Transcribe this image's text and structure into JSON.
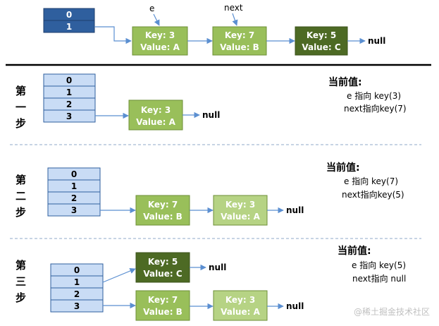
{
  "top": {
    "old_table": [
      "0",
      "1"
    ],
    "pointer_e": "e",
    "pointer_next": "next",
    "chain": [
      {
        "key": "Key: 3",
        "value": "Value: A"
      },
      {
        "key": "Key: 7",
        "value": "Value: B"
      },
      {
        "key": "Key: 5",
        "value": "Value: C"
      }
    ],
    "null": "null"
  },
  "steps": [
    {
      "label": [
        "第",
        "一",
        "步"
      ],
      "table": [
        "0",
        "1",
        "2",
        "3"
      ],
      "chains": [
        [
          {
            "key": "Key: 3",
            "value": "Value: A"
          }
        ]
      ],
      "null": "null",
      "current_title": "当前值:",
      "current_lines": [
        "e 指向 key(3)",
        "next指向key(7)"
      ]
    },
    {
      "label": [
        "第",
        "二",
        "步"
      ],
      "table": [
        "0",
        "1",
        "2",
        "3"
      ],
      "chains": [
        [
          {
            "key": "Key: 7",
            "value": "Value: B"
          },
          {
            "key": "Key: 3",
            "value": "Value: A"
          }
        ]
      ],
      "null": "null",
      "current_title": "当前值:",
      "current_lines": [
        "e 指向 key(7)",
        "next指向key(5)"
      ]
    },
    {
      "label": [
        "第",
        "三",
        "步"
      ],
      "table": [
        "0",
        "1",
        "2",
        "3"
      ],
      "chains": [
        [
          {
            "key": "Key: 5",
            "value": "Value: C"
          }
        ],
        [
          {
            "key": "Key: 7",
            "value": "Value: B"
          },
          {
            "key": "Key: 3",
            "value": "Value: A"
          }
        ]
      ],
      "null": "null",
      "current_title": "当前值:",
      "current_lines": [
        "e 指向 key(5)",
        "next指向 null"
      ]
    }
  ],
  "watermark": "@稀土掘金技术社区",
  "colors": {
    "table_dark_fill": "#2f5f9e",
    "table_light_fill": "#c9dcf5",
    "table_stroke": "#2f5f9e",
    "node_light": "#99bf5a",
    "node_dark": "#4d6a24",
    "node_stroke": "#6d8f37",
    "arrow": "#5b8fd1",
    "line": "#000000",
    "dash": "#8fa9c8"
  }
}
